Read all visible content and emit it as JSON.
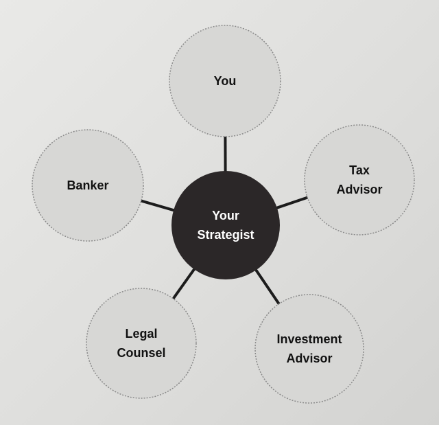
{
  "diagram": {
    "colors": {
      "outer_fill": "#d7d7d5",
      "outer_stroke": "#8a8a8a",
      "center_fill": "#2b2728",
      "center_text": "#ffffff",
      "outer_text": "#111111",
      "connector": "#1c1c1c"
    },
    "center": {
      "id": "strategist",
      "lines": [
        "Your",
        "Strategist"
      ]
    },
    "nodes": [
      {
        "id": "you",
        "lines": [
          "You"
        ]
      },
      {
        "id": "tax-advisor",
        "lines": [
          "Tax",
          "Advisor"
        ]
      },
      {
        "id": "investment-advisor",
        "lines": [
          "Investment",
          "Advisor"
        ]
      },
      {
        "id": "legal-counsel",
        "lines": [
          "Legal",
          "Counsel"
        ]
      },
      {
        "id": "banker",
        "lines": [
          "Banker"
        ]
      }
    ]
  }
}
